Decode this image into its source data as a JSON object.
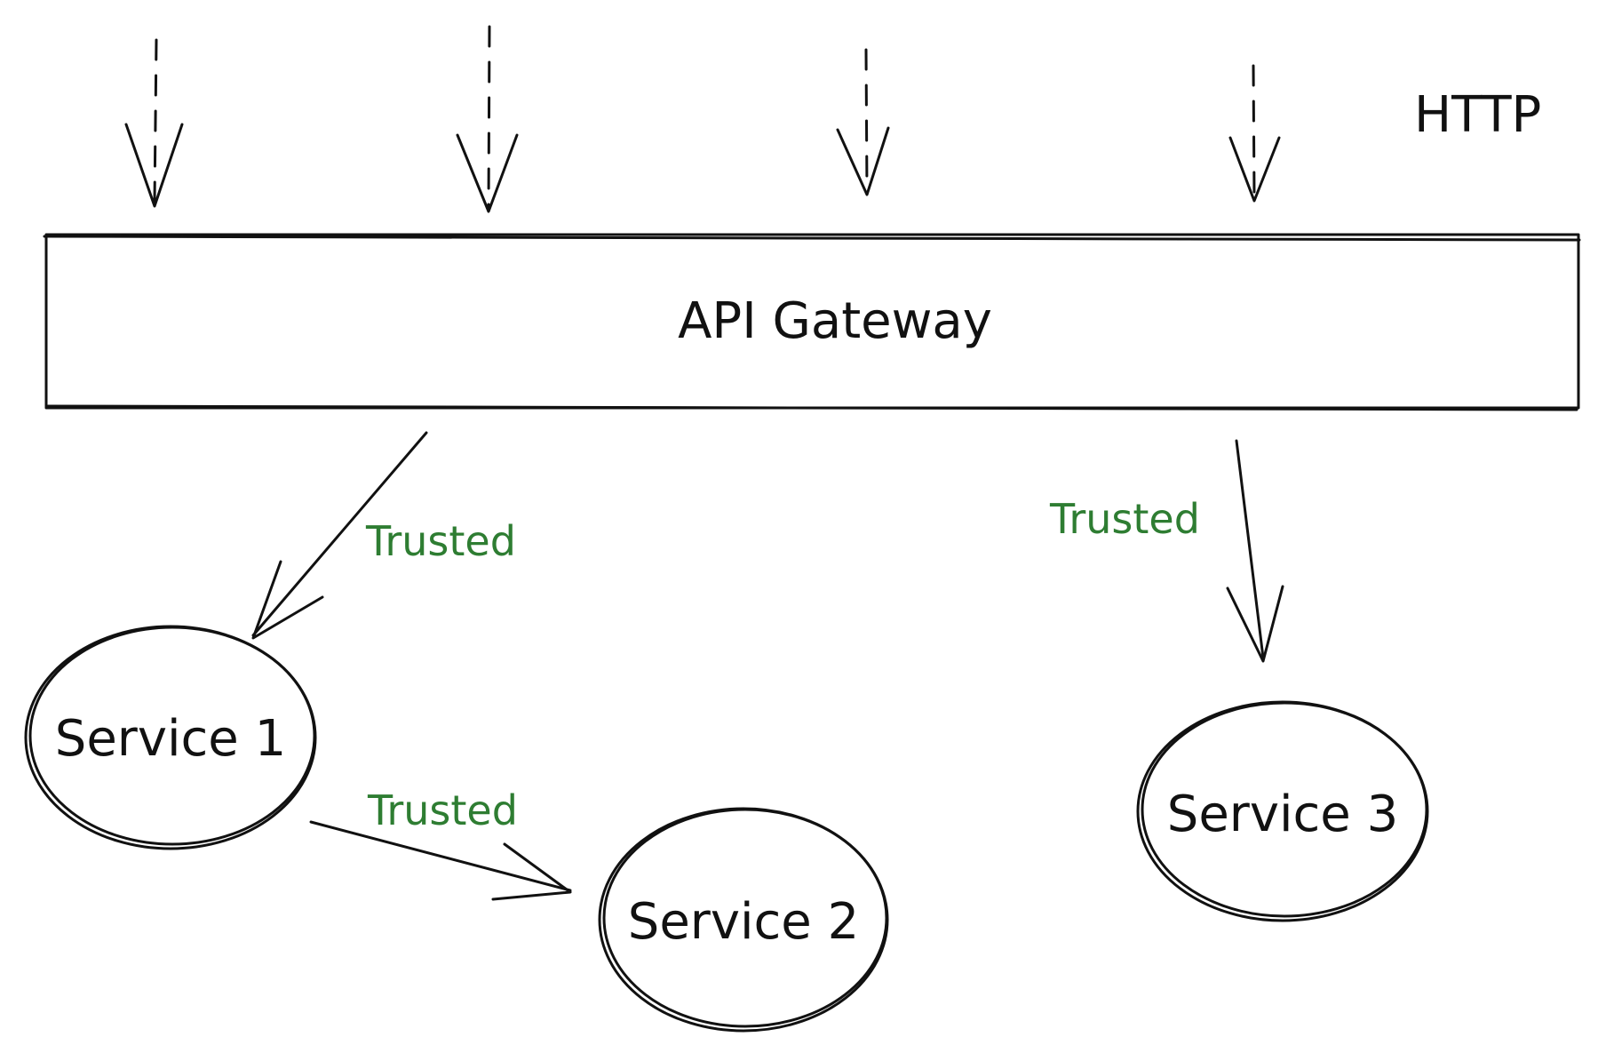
{
  "http_label": "HTTP",
  "gateway_label": "API Gateway",
  "services": [
    {
      "label": "Service 1"
    },
    {
      "label": "Service 2"
    },
    {
      "label": "Service 3"
    }
  ],
  "edges": [
    {
      "from": "API Gateway",
      "to": "Service 1",
      "label": "Trusted"
    },
    {
      "from": "API Gateway",
      "to": "Service 3",
      "label": "Trusted"
    },
    {
      "from": "Service 1",
      "to": "Service 2",
      "label": "Trusted"
    }
  ],
  "colors": {
    "stroke": "#111111",
    "trusted": "#2e7d32",
    "background": "#ffffff"
  }
}
